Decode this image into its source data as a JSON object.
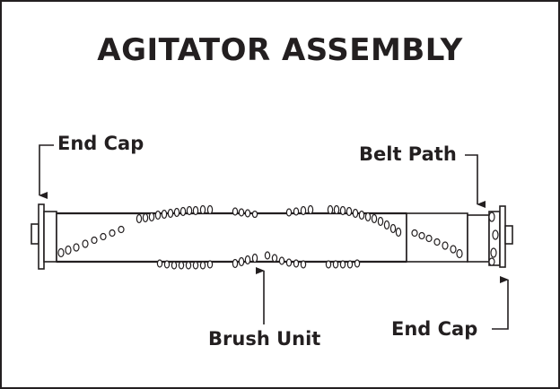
{
  "diagram": {
    "title": "AGITATOR ASSEMBLY",
    "labels": {
      "end_cap_left": "End Cap",
      "belt_path": "Belt Path",
      "brush_unit": "Brush Unit",
      "end_cap_right": "End Cap"
    }
  }
}
